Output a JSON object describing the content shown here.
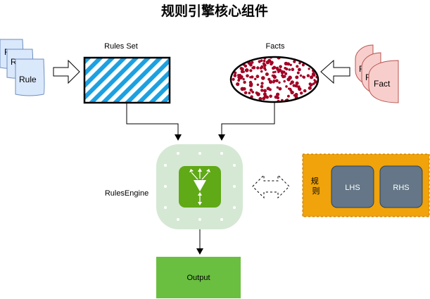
{
  "title": "规则引擎核心组件",
  "rules_set": {
    "label": "Rules Set"
  },
  "facts": {
    "label": "Facts"
  },
  "rule_docs": {
    "label": "Rule",
    "peek_label": "R"
  },
  "fact_docs": {
    "label": "Fact",
    "peek_label": "F"
  },
  "engine": {
    "label": "RulesEngine"
  },
  "output": {
    "label": "Output"
  },
  "rule_box": {
    "label": "规则",
    "lhs": "LHS",
    "rhs": "RHS"
  },
  "colors": {
    "rules_set_stripe": "#1ba1e2",
    "facts_dot": "#a20025",
    "rule_doc_fill": "#dae8fc",
    "rule_doc_stroke": "#6c8ebf",
    "fact_doc_fill": "#f8cecc",
    "fact_doc_stroke": "#b85450",
    "engine_outer": "#d5e8d4",
    "engine_inner": "#60a917",
    "output_fill": "#6abf40",
    "rule_box_fill": "#f0a30a",
    "rule_box_border": "#bd7000",
    "lhs_rhs_fill": "#647687"
  }
}
